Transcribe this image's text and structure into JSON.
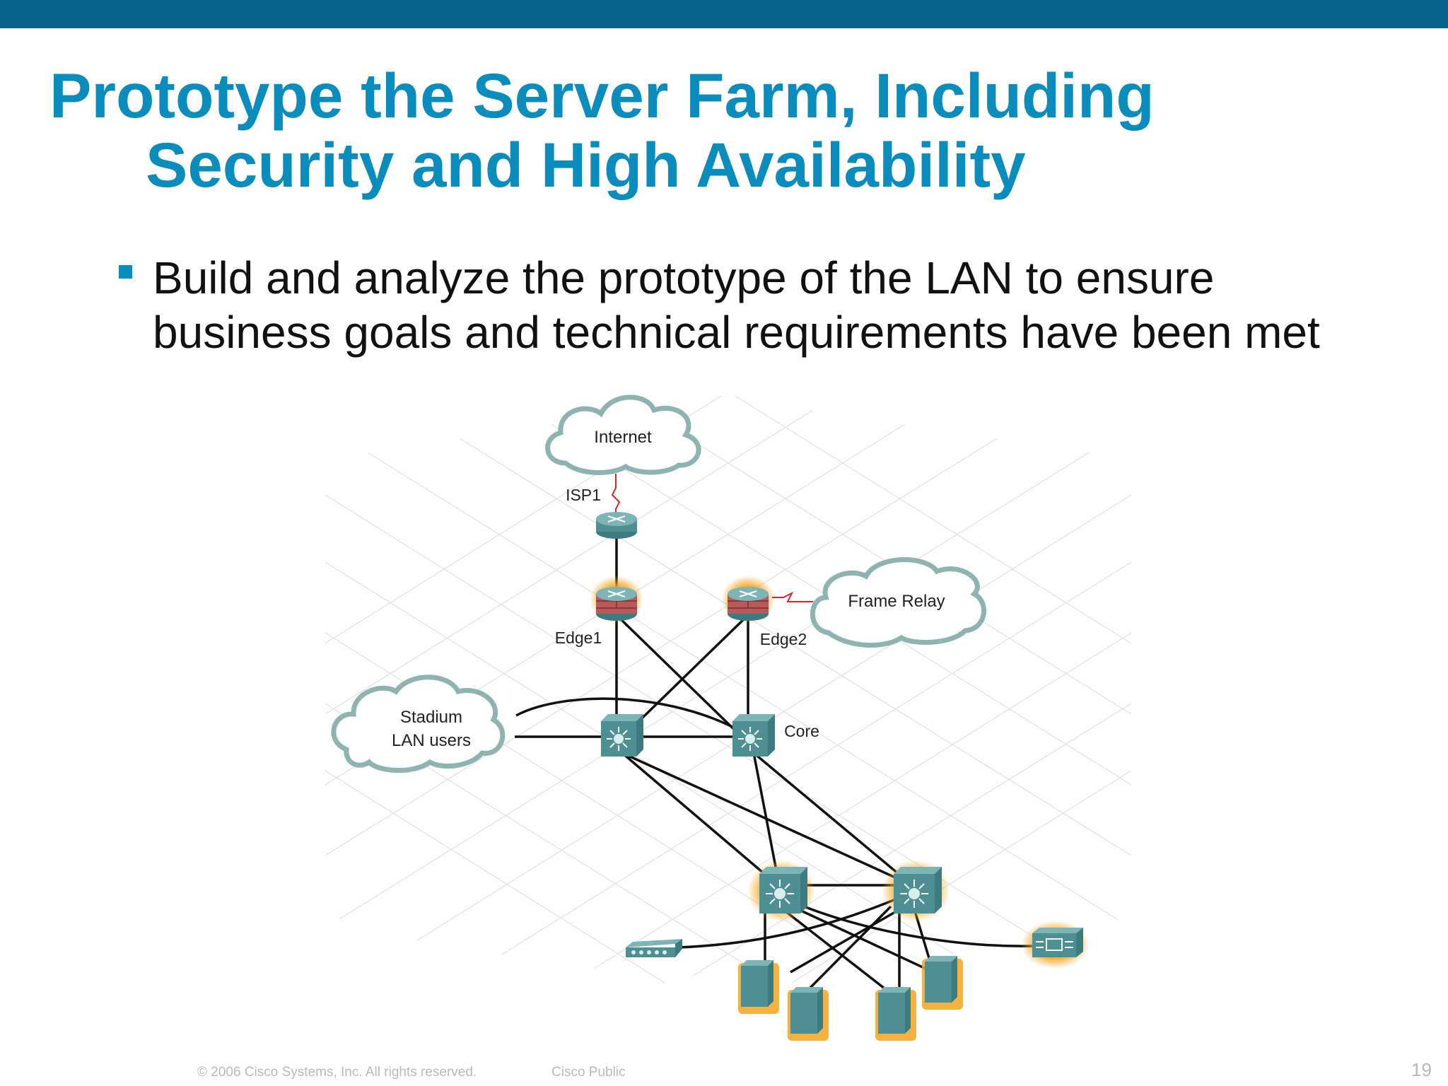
{
  "slide": {
    "title_line1": "Prototype the Server Farm, Including",
    "title_line2": "Security and High Availability",
    "bullet": "Build and analyze the prototype of the LAN to ensure business goals and technical requirements have been met",
    "footer_copyright": "© 2006 Cisco Systems, Inc. All rights reserved.",
    "footer_classification": "Cisco Public",
    "page_number": "19"
  },
  "diagram": {
    "labels": {
      "internet": "Internet",
      "isp1": "ISP1",
      "frame_relay": "Frame Relay",
      "edge1": "Edge1",
      "edge2": "Edge2",
      "stadium_line1": "Stadium",
      "stadium_line2": "LAN users",
      "core": "Core"
    }
  },
  "colors": {
    "top_bar": "#08628c",
    "title": "#0a8cbc",
    "device_teal": "#4e8f93",
    "device_highlight": "#f2a51f",
    "serial_link": "#d6262d",
    "cloud_outline": "#8fb3b1"
  }
}
